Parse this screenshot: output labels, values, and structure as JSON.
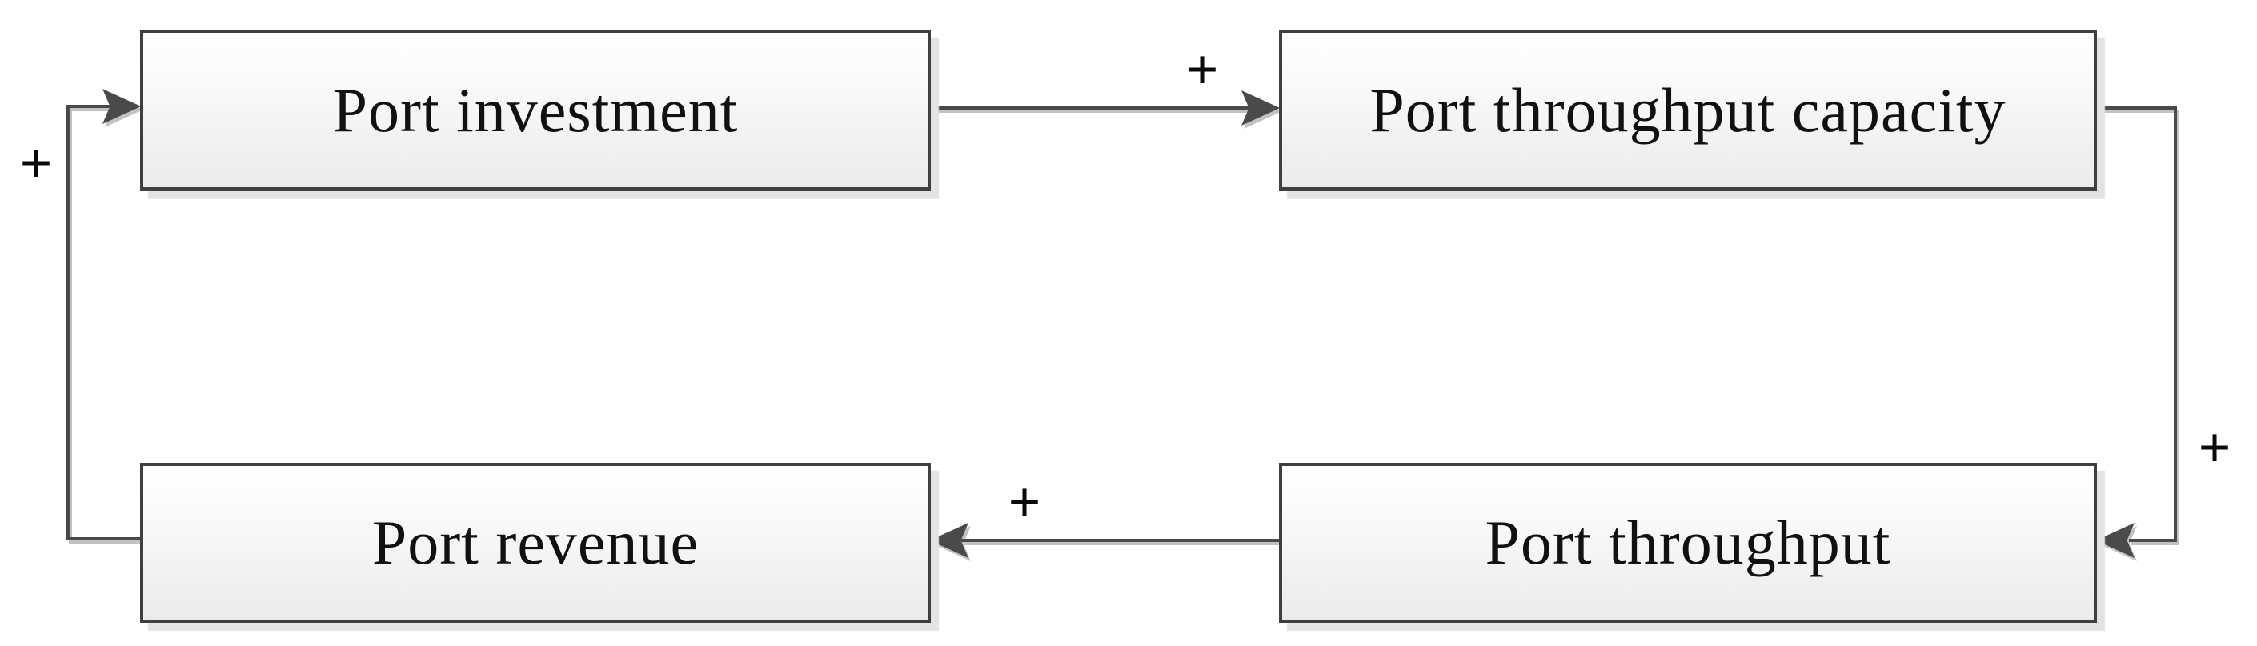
{
  "diagram": {
    "type": "causal-loop-diagram",
    "background_color": "#ffffff",
    "node_border_color": "#3f3f3f",
    "node_fill_gradient": [
      "#ffffff",
      "#ebebeb"
    ],
    "connector_color": "#4a4a4a",
    "shadow_color": "#e3e3e3",
    "nodes": [
      {
        "id": "port-investment",
        "label": "Port investment"
      },
      {
        "id": "port-throughput-capacity",
        "label": "Port throughput capacity"
      },
      {
        "id": "port-revenue",
        "label": "Port revenue"
      },
      {
        "id": "port-throughput",
        "label": "Port throughput"
      }
    ],
    "edges": [
      {
        "from": "port-investment",
        "to": "port-throughput-capacity",
        "polarity": "+"
      },
      {
        "from": "port-throughput-capacity",
        "to": "port-throughput",
        "polarity": "+"
      },
      {
        "from": "port-throughput",
        "to": "port-revenue",
        "polarity": "+"
      },
      {
        "from": "port-revenue",
        "to": "port-investment",
        "polarity": "+"
      }
    ]
  }
}
